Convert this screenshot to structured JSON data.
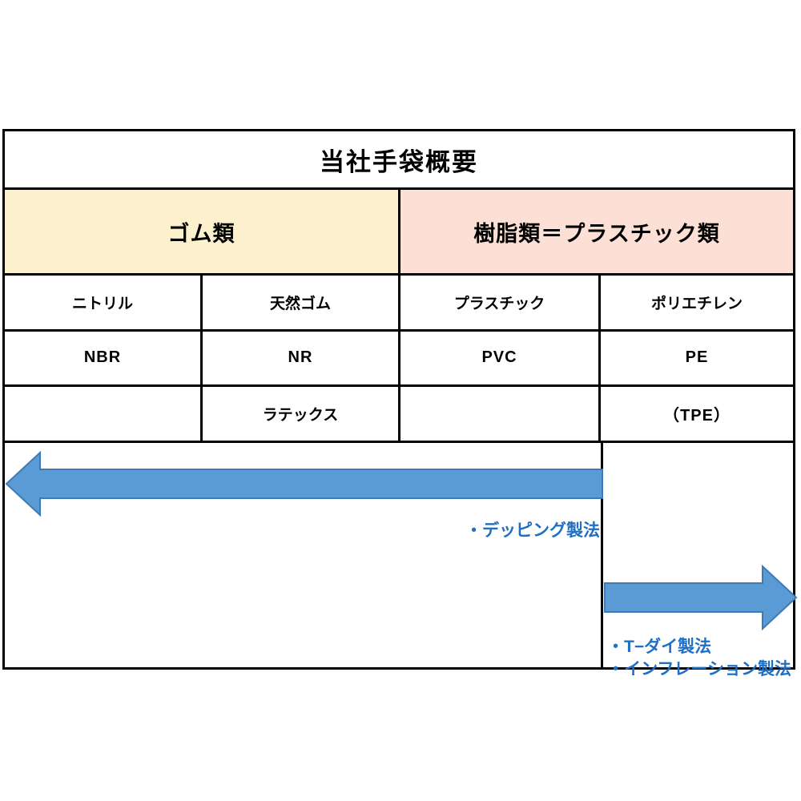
{
  "figure": {
    "title": "当社手袋概要",
    "groups": [
      {
        "label": "ゴム類",
        "fill": "#FDF0CD"
      },
      {
        "label": "樹脂類＝プラスチック類",
        "fill": "#FCDFD5"
      }
    ],
    "columns": [
      "ニトリル",
      "天然ゴム",
      "プラスチック",
      "ポリエチレン"
    ],
    "rows": [
      {
        "cells": [
          "ニトリル",
          "天然ゴム",
          "プラスチック",
          "ポリエチレン"
        ]
      },
      {
        "cells": [
          "NBR",
          "NR",
          "PVC",
          "PE"
        ]
      },
      {
        "cells": [
          "",
          "ラテックス",
          "",
          "（TPE）"
        ]
      }
    ],
    "arrows": [
      {
        "name": "dipping-arrow",
        "direction": "left",
        "color": "#5B9BD5",
        "outline": "#3E7BB6",
        "label": "・デッピング製法"
      },
      {
        "name": "extrusion-arrow",
        "direction": "right",
        "color": "#5B9BD5",
        "outline": "#3E7BB6",
        "labels": [
          "・T−ダイ製法",
          "・インフレーション製法"
        ]
      }
    ],
    "annotations": {
      "dipping": "・デッピング製法",
      "t_die": "・T−ダイ製法",
      "inflation": "・インフレーション製法"
    },
    "colors": {
      "border": "#000000",
      "arrow_blue": "#5B9BD5",
      "label_blue": "#1F6FC4",
      "rubber_fill": "#FDF0CD",
      "resin_fill": "#FCDFD5",
      "background": "#FFFFFF"
    }
  }
}
